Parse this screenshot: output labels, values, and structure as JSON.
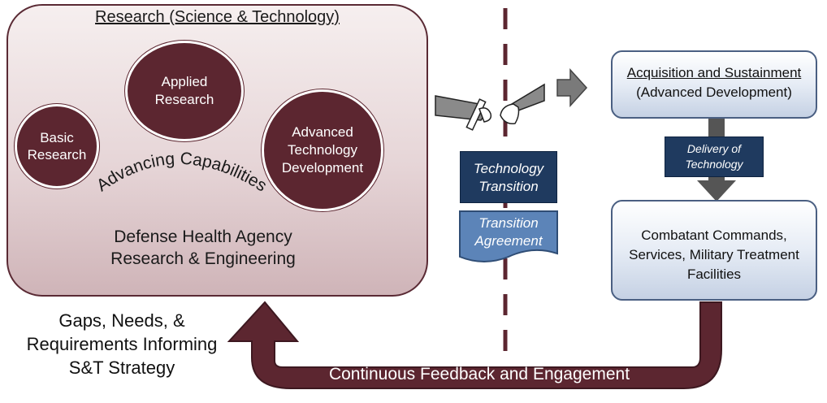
{
  "research": {
    "title": "Research (Science & Technology)",
    "basic": "Basic Research",
    "applied": "Applied Research",
    "advanced": "Advanced Technology Development",
    "advancing": "Advancing Capabilities",
    "org_line1": "Defense Health Agency",
    "org_line2": "Research & Engineering"
  },
  "transition": {
    "technology_line1": "Technology",
    "technology_line2": "Transition",
    "agreement_line1": "Transition",
    "agreement_line2": "Agreement"
  },
  "acquisition": {
    "title": "Acquisition and Sustainment",
    "subtitle": "(Advanced Development)"
  },
  "delivery": {
    "line1": "Delivery of",
    "line2": "Technology"
  },
  "combatant": {
    "line1": "Combatant Commands,",
    "line2": "Services, Military Treatment",
    "line3": "Facilities"
  },
  "gaps": {
    "line1": "Gaps, Needs, &",
    "line2": "Requirements Informing",
    "line3": "S&T Strategy"
  },
  "feedback": "Continuous Feedback and Engagement",
  "colors": {
    "maroon": "#5c2630",
    "navy": "#1f3a5f",
    "gray_arrow": "#7a7a7a"
  }
}
